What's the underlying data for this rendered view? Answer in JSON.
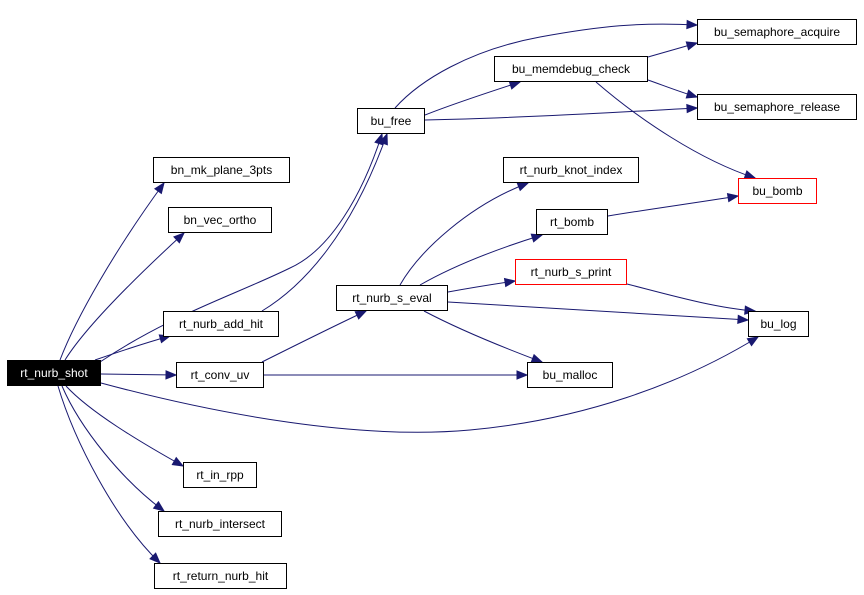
{
  "graph": {
    "colors": {
      "edge": "#191970",
      "root_fill": "#000000",
      "root_text": "#ffffff",
      "truncated_border": "#ff0000",
      "node_border": "#000000"
    },
    "nodes": [
      {
        "id": "rt_nurb_shot",
        "label": "rt_nurb_shot",
        "style": "root"
      },
      {
        "id": "bn_mk_plane_3pts",
        "label": "bn_mk_plane_3pts",
        "style": "normal"
      },
      {
        "id": "bn_vec_ortho",
        "label": "bn_vec_ortho",
        "style": "normal"
      },
      {
        "id": "rt_nurb_add_hit",
        "label": "rt_nurb_add_hit",
        "style": "normal"
      },
      {
        "id": "rt_conv_uv",
        "label": "rt_conv_uv",
        "style": "normal"
      },
      {
        "id": "rt_in_rpp",
        "label": "rt_in_rpp",
        "style": "normal"
      },
      {
        "id": "rt_nurb_intersect",
        "label": "rt_nurb_intersect",
        "style": "normal"
      },
      {
        "id": "rt_return_nurb_hit",
        "label": "rt_return_nurb_hit",
        "style": "normal"
      },
      {
        "id": "bu_free",
        "label": "bu_free",
        "style": "normal"
      },
      {
        "id": "rt_nurb_s_eval",
        "label": "rt_nurb_s_eval",
        "style": "normal"
      },
      {
        "id": "bu_memdebug_check",
        "label": "bu_memdebug_check",
        "style": "normal"
      },
      {
        "id": "rt_nurb_knot_index",
        "label": "rt_nurb_knot_index",
        "style": "normal"
      },
      {
        "id": "rt_bomb",
        "label": "rt_bomb",
        "style": "normal"
      },
      {
        "id": "rt_nurb_s_print",
        "label": "rt_nurb_s_print",
        "style": "truncated"
      },
      {
        "id": "bu_malloc",
        "label": "bu_malloc",
        "style": "normal"
      },
      {
        "id": "bu_semaphore_acquire",
        "label": "bu_semaphore_acquire",
        "style": "normal"
      },
      {
        "id": "bu_semaphore_release",
        "label": "bu_semaphore_release",
        "style": "normal"
      },
      {
        "id": "bu_bomb",
        "label": "bu_bomb",
        "style": "truncated"
      },
      {
        "id": "bu_log",
        "label": "bu_log",
        "style": "normal"
      }
    ],
    "edges": [
      {
        "from": "rt_nurb_shot",
        "to": "bn_mk_plane_3pts"
      },
      {
        "from": "rt_nurb_shot",
        "to": "bn_vec_ortho"
      },
      {
        "from": "rt_nurb_shot",
        "to": "rt_nurb_add_hit"
      },
      {
        "from": "rt_nurb_shot",
        "to": "rt_conv_uv"
      },
      {
        "from": "rt_nurb_shot",
        "to": "rt_in_rpp"
      },
      {
        "from": "rt_nurb_shot",
        "to": "rt_nurb_intersect"
      },
      {
        "from": "rt_nurb_shot",
        "to": "rt_return_nurb_hit"
      },
      {
        "from": "rt_nurb_shot",
        "to": "bu_free"
      },
      {
        "from": "rt_nurb_shot",
        "to": "bu_log"
      },
      {
        "from": "rt_nurb_add_hit",
        "to": "bu_free"
      },
      {
        "from": "rt_conv_uv",
        "to": "rt_nurb_s_eval"
      },
      {
        "from": "rt_conv_uv",
        "to": "bu_malloc"
      },
      {
        "from": "bu_free",
        "to": "bu_memdebug_check"
      },
      {
        "from": "bu_free",
        "to": "bu_semaphore_acquire"
      },
      {
        "from": "bu_free",
        "to": "bu_semaphore_release"
      },
      {
        "from": "bu_memdebug_check",
        "to": "bu_semaphore_acquire"
      },
      {
        "from": "bu_memdebug_check",
        "to": "bu_semaphore_release"
      },
      {
        "from": "bu_memdebug_check",
        "to": "bu_bomb"
      },
      {
        "from": "rt_nurb_s_eval",
        "to": "rt_nurb_knot_index"
      },
      {
        "from": "rt_nurb_s_eval",
        "to": "rt_bomb"
      },
      {
        "from": "rt_nurb_s_eval",
        "to": "rt_nurb_s_print"
      },
      {
        "from": "rt_nurb_s_eval",
        "to": "bu_log"
      },
      {
        "from": "rt_nurb_s_eval",
        "to": "bu_malloc"
      },
      {
        "from": "rt_bomb",
        "to": "bu_bomb"
      },
      {
        "from": "rt_nurb_s_print",
        "to": "bu_log"
      }
    ]
  }
}
